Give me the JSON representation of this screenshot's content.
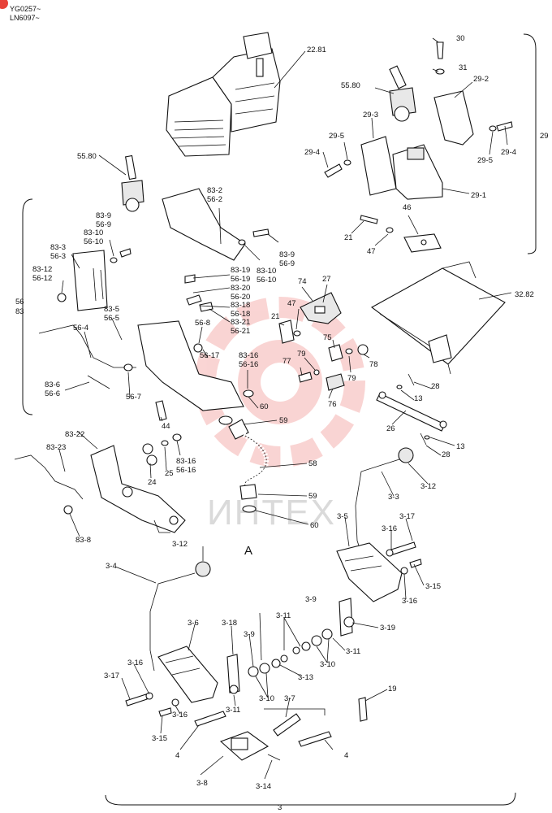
{
  "header": {
    "line1": "YG0257~",
    "line2": "LN6097~"
  },
  "watermark": {
    "text": "ИНТЕХ",
    "color": "#e8423a"
  },
  "labels": [
    {
      "id": "22_81",
      "text": "22.81"
    },
    {
      "id": "30",
      "text": "30"
    },
    {
      "id": "31",
      "text": "31"
    },
    {
      "id": "55_80_a",
      "text": "55.80"
    },
    {
      "id": "29_2",
      "text": "29-2"
    },
    {
      "id": "29_3",
      "text": "29-3"
    },
    {
      "id": "29_5_a",
      "text": "29-5"
    },
    {
      "id": "29_4_a",
      "text": "29-4"
    },
    {
      "id": "29_5_b",
      "text": "29-5"
    },
    {
      "id": "29_4_b",
      "text": "29-4"
    },
    {
      "id": "29",
      "text": "29"
    },
    {
      "id": "29_1",
      "text": "29-1"
    },
    {
      "id": "55_80_b",
      "text": "55.80"
    },
    {
      "id": "83_2",
      "text": "83-2"
    },
    {
      "id": "56_2",
      "text": "56-2"
    },
    {
      "id": "83_9_a",
      "text": "83-9"
    },
    {
      "id": "56_9_a",
      "text": "56-9"
    },
    {
      "id": "83_10_a",
      "text": "83-10"
    },
    {
      "id": "56_10_a",
      "text": "56-10"
    },
    {
      "id": "83_9_b",
      "text": "83-9"
    },
    {
      "id": "56_9_b",
      "text": "56-9"
    },
    {
      "id": "83_10_b",
      "text": "83-10"
    },
    {
      "id": "56_10_b",
      "text": "56-10"
    },
    {
      "id": "83_3",
      "text": "83-3"
    },
    {
      "id": "56_3",
      "text": "56-3"
    },
    {
      "id": "83_12",
      "text": "83-12"
    },
    {
      "id": "56_12",
      "text": "56-12"
    },
    {
      "id": "56",
      "text": "56"
    },
    {
      "id": "83",
      "text": "83"
    },
    {
      "id": "83_5",
      "text": "83-5"
    },
    {
      "id": "56_5",
      "text": "56-5"
    },
    {
      "id": "56_4",
      "text": "56-4"
    },
    {
      "id": "83_6",
      "text": "83-6"
    },
    {
      "id": "56_6",
      "text": "56-6"
    },
    {
      "id": "56_7",
      "text": "56-7"
    },
    {
      "id": "83_19",
      "text": "83-19"
    },
    {
      "id": "56_19",
      "text": "56-19"
    },
    {
      "id": "83_20",
      "text": "83-20"
    },
    {
      "id": "56_20",
      "text": "56-20"
    },
    {
      "id": "83_18",
      "text": "83-18"
    },
    {
      "id": "56_18",
      "text": "56-18"
    },
    {
      "id": "83_21",
      "text": "83-21"
    },
    {
      "id": "56_21",
      "text": "56-21"
    },
    {
      "id": "56_8",
      "text": "56-8"
    },
    {
      "id": "56_17",
      "text": "56-17"
    },
    {
      "id": "83_16_a",
      "text": "83-16"
    },
    {
      "id": "56_16_a",
      "text": "56-16"
    },
    {
      "id": "21_a",
      "text": "21"
    },
    {
      "id": "46",
      "text": "46"
    },
    {
      "id": "47_a",
      "text": "47"
    },
    {
      "id": "74",
      "text": "74"
    },
    {
      "id": "27",
      "text": "27"
    },
    {
      "id": "47_b",
      "text": "47"
    },
    {
      "id": "32_82",
      "text": "32.82"
    },
    {
      "id": "21_b",
      "text": "21"
    },
    {
      "id": "75",
      "text": "75"
    },
    {
      "id": "79_a",
      "text": "79"
    },
    {
      "id": "78",
      "text": "78"
    },
    {
      "id": "77",
      "text": "77"
    },
    {
      "id": "79_b",
      "text": "79"
    },
    {
      "id": "76",
      "text": "76"
    },
    {
      "id": "28_a",
      "text": "28"
    },
    {
      "id": "13_a",
      "text": "13"
    },
    {
      "id": "26",
      "text": "26"
    },
    {
      "id": "13_b",
      "text": "13"
    },
    {
      "id": "28_b",
      "text": "28"
    },
    {
      "id": "60_a",
      "text": "60"
    },
    {
      "id": "59_a",
      "text": "59"
    },
    {
      "id": "44",
      "text": "44"
    },
    {
      "id": "83_16_b",
      "text": "83-16"
    },
    {
      "id": "56_16_b",
      "text": "56-16"
    },
    {
      "id": "25",
      "text": "25"
    },
    {
      "id": "24",
      "text": "24"
    },
    {
      "id": "83_22",
      "text": "83-22"
    },
    {
      "id": "83_23",
      "text": "83-23"
    },
    {
      "id": "83_8",
      "text": "83-8"
    },
    {
      "id": "58",
      "text": "58"
    },
    {
      "id": "59_b",
      "text": "59"
    },
    {
      "id": "60_b",
      "text": "60"
    },
    {
      "id": "A",
      "text": "A"
    },
    {
      "id": "3_12_a",
      "text": "3-12"
    },
    {
      "id": "3_3",
      "text": "3-3"
    },
    {
      "id": "3_5",
      "text": "3-5"
    },
    {
      "id": "3_17_a",
      "text": "3-17"
    },
    {
      "id": "3_16_a",
      "text": "3-16"
    },
    {
      "id": "3_15_a",
      "text": "3-15"
    },
    {
      "id": "3_16_b",
      "text": "3-16"
    },
    {
      "id": "3_12_b",
      "text": "3-12"
    },
    {
      "id": "3_4",
      "text": "3-4"
    },
    {
      "id": "3_9_a",
      "text": "3-9"
    },
    {
      "id": "3_11_a",
      "text": "3-11"
    },
    {
      "id": "3_19",
      "text": "3-19"
    },
    {
      "id": "3_11_b",
      "text": "3-11"
    },
    {
      "id": "3_10_a",
      "text": "3-10"
    },
    {
      "id": "3_6",
      "text": "3-6"
    },
    {
      "id": "3_18",
      "text": "3-18"
    },
    {
      "id": "3_9_b",
      "text": "3-9"
    },
    {
      "id": "3_13",
      "text": "3-13"
    },
    {
      "id": "3_16_c",
      "text": "3-16"
    },
    {
      "id": "3_17_b",
      "text": "3-17"
    },
    {
      "id": "3_10_b",
      "text": "3-10"
    },
    {
      "id": "3_11_c",
      "text": "3-11"
    },
    {
      "id": "3_7",
      "text": "3-7"
    },
    {
      "id": "19",
      "text": "19"
    },
    {
      "id": "3_16_d",
      "text": "3-16"
    },
    {
      "id": "3_15_b",
      "text": "3-15"
    },
    {
      "id": "4_a",
      "text": "4"
    },
    {
      "id": "4_b",
      "text": "4"
    },
    {
      "id": "3_8",
      "text": "3-8"
    },
    {
      "id": "3_14",
      "text": "3-14"
    },
    {
      "id": "3",
      "text": "3"
    }
  ]
}
